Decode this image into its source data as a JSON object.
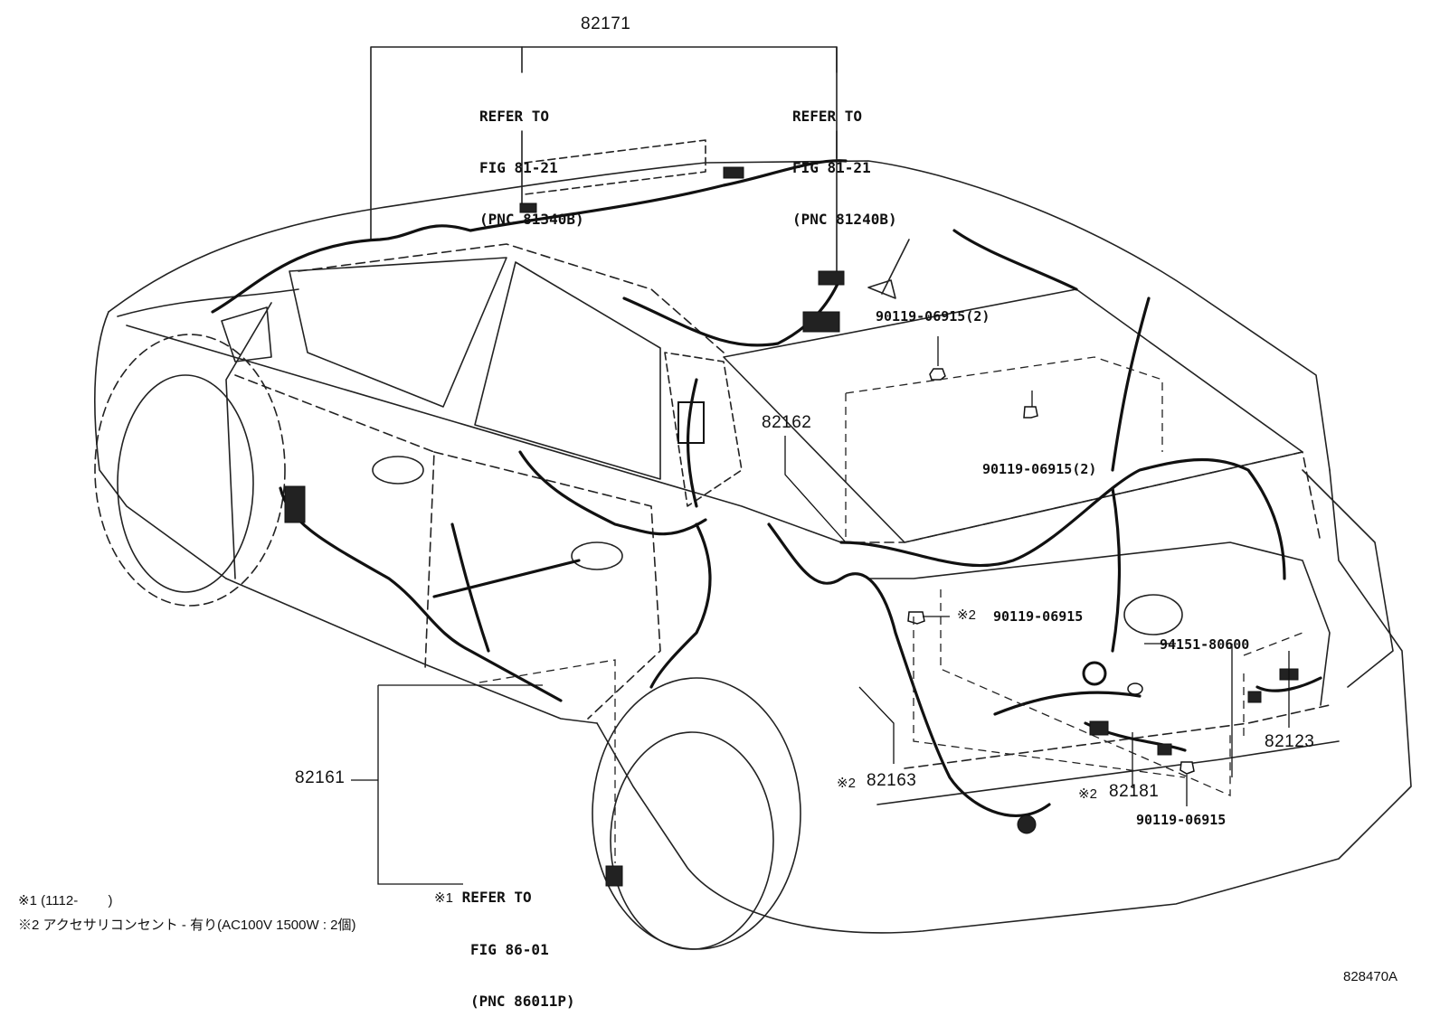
{
  "callouts": {
    "c82171": "82171",
    "refer_left": {
      "line1": "REFER TO",
      "line2": "FIG 81-21",
      "line3": "(PNC 81340B)"
    },
    "refer_right": {
      "line1": "REFER TO",
      "line2": "FIG 81-21",
      "line3": "(PNC 81240B)"
    },
    "bolt_top": "90119-06915(2)",
    "c82162": "82162",
    "bolt_mid": "90119-06915(2)",
    "bolt_ac": "90119-06915",
    "bolt_ac_mark": "※2",
    "clip": "94151-80600",
    "c82123": "82123",
    "c82161": "82161",
    "c82163": "82163",
    "c82163_mark": "※2",
    "c82181": "82181",
    "c82181_mark": "※2",
    "bolt_low": "90119-06915",
    "refer_bottom": {
      "mark": "※1",
      "line1": "REFER TO",
      "line2": "FIG 86-01",
      "line3": "(PNC 86011P)"
    }
  },
  "notes": {
    "note1": "※1 (1112-        )",
    "note2": "※2 アクセサリコンセント - 有り(AC100V 1500W : 2個)"
  },
  "figure_id": "828470A"
}
